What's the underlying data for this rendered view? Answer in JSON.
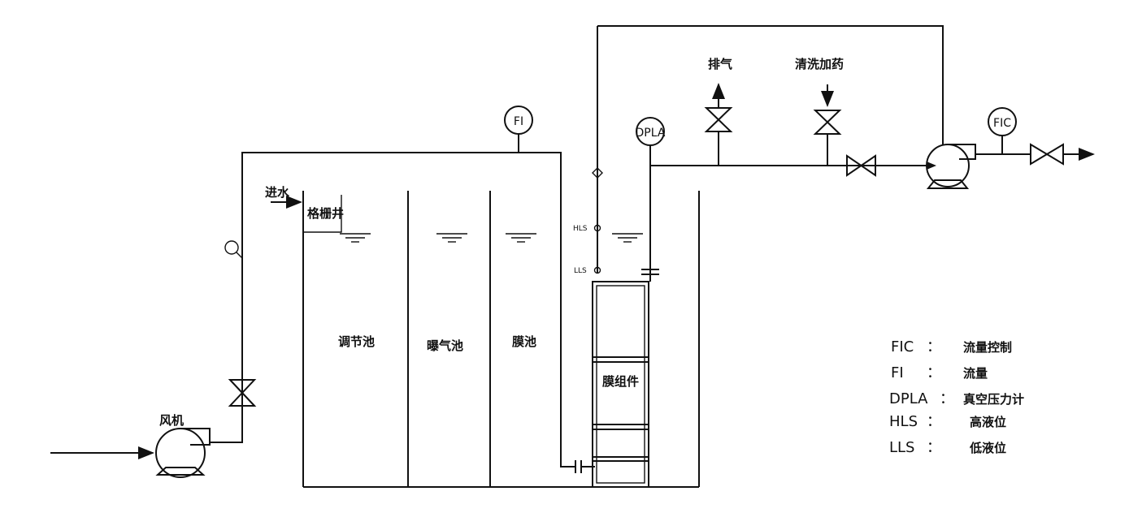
{
  "labels": {
    "blower": "风机",
    "inlet": "进水",
    "grid_well": "格栅井",
    "equalization_tank": "调节池",
    "aeration_tank": "曝气池",
    "membrane_tank": "膜池",
    "membrane_module": "膜组件",
    "vent": "排气",
    "cleaning_dosing": "清洗加药",
    "hls_tag": "HLS",
    "lls_tag": "LLS"
  },
  "instruments": {
    "fi": "FI",
    "dpla": "DPLA",
    "fic": "FIC"
  },
  "legend": [
    {
      "code": "FIC",
      "sep": "：",
      "desc": "流量控制"
    },
    {
      "code": "FI",
      "sep": "：",
      "desc": "流量"
    },
    {
      "code": "DPLA",
      "sep": "：",
      "desc": "真空压力计"
    },
    {
      "code": "HLS",
      "sep": "：",
      "desc": "高液位"
    },
    {
      "code": "LLS",
      "sep": "：",
      "desc": "低液位"
    }
  ]
}
